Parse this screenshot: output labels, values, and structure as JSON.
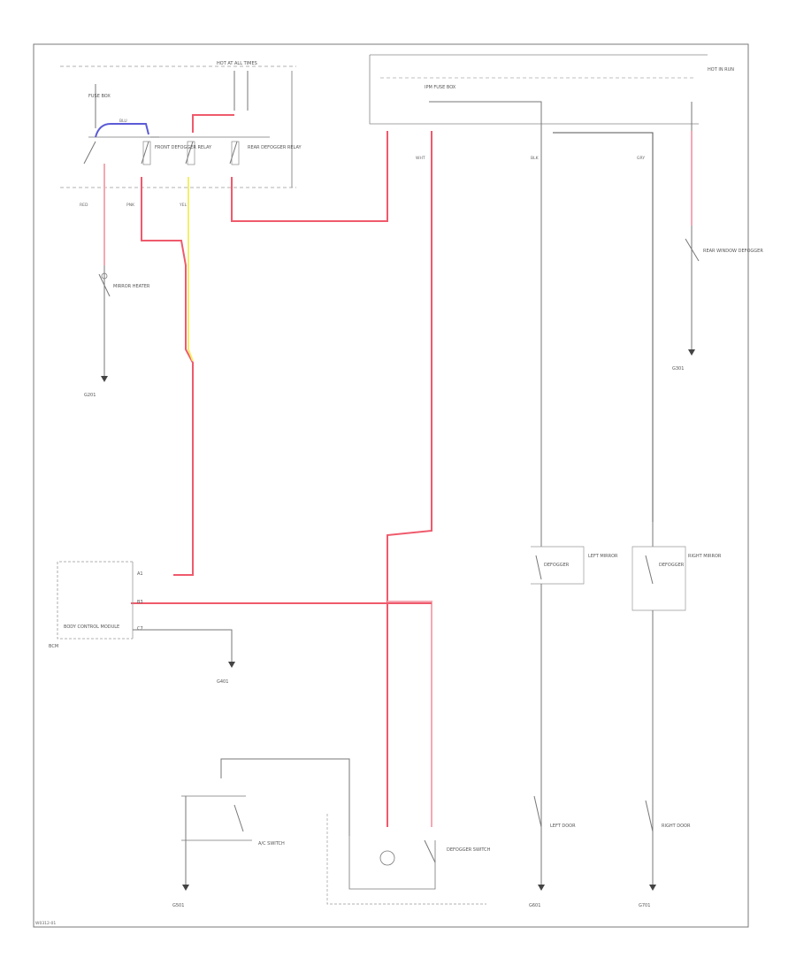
{
  "colors": {
    "border": "#7a7a7a",
    "wire_gray": "#777777",
    "wire_red": "#ef5a6c",
    "wire_pink": "#f4a9b4",
    "wire_yellow": "#f2f06a",
    "wire_blue": "#5b5bd6",
    "wire_black": "#555555"
  },
  "labels": {
    "fuse_box_top": "HOT AT ALL TIMES",
    "fuse_box_top_right": "HOT IN RUN",
    "relay_left": "FRONT DEFOGGER RELAY",
    "relay_mid": "REAR DEFOGGER RELAY",
    "fuse_box_label": "FUSE BOX",
    "junction_box": "IPM FUSE BOX",
    "mirror_left_heater": "MIRROR HEATER",
    "ground_left": "G201",
    "ground_right": "G301",
    "ground_module": "G401",
    "ground_left_bottom": "G501",
    "ground_mid_right": "G601",
    "ground_right_bottom": "G701",
    "control_module": "BODY CONTROL MODULE",
    "control_module_sub": "BCM",
    "pin_a": "A1",
    "pin_b": "B3",
    "pin_c": "C7",
    "left_defogger": "DEFOGGER",
    "right_defogger": "DEFOGGER",
    "left_mirror": "LEFT MIRROR",
    "right_mirror": "RIGHT MIRROR",
    "switch_label": "DEFOGGER SWITCH",
    "left_door": "LEFT DOOR",
    "right_door": "RIGHT DOOR",
    "switch_sub": "A/C SWITCH",
    "rear_window": "REAR WINDOW DEFOGGER",
    "wire_tags": [
      "RED",
      "PNK",
      "YEL",
      "BLK",
      "GRY",
      "BLU",
      "WHT"
    ],
    "footer_code": "W0312-01"
  }
}
